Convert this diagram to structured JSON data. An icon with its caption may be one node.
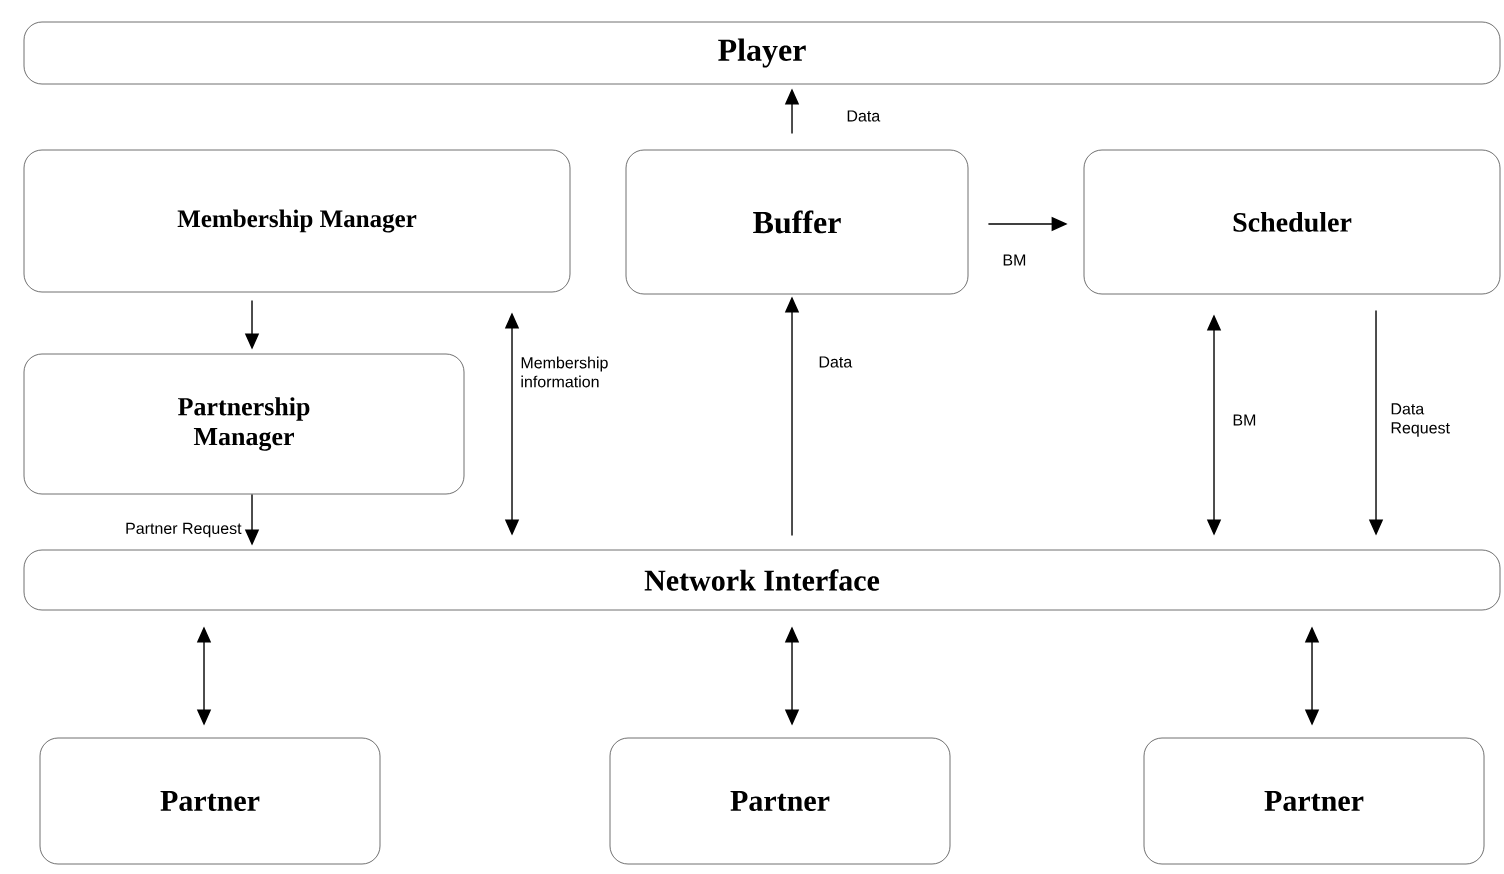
{
  "diagram": {
    "nodes": [
      {
        "text": [
          "Player"
        ]
      },
      {
        "text": [
          "Membership Manager"
        ]
      },
      {
        "text": [
          "Buffer"
        ]
      },
      {
        "text": [
          "Scheduler"
        ]
      },
      {
        "text": [
          "Partnership Manager"
        ]
      },
      {
        "text": [
          "Network Interface"
        ]
      },
      {
        "text": [
          "Partner"
        ]
      },
      {
        "text": [
          "Partner"
        ]
      },
      {
        "text": [
          "Partner"
        ]
      }
    ],
    "edges": [
      {
        "from": 2,
        "to": 0,
        "arrow": "to",
        "label": "Data"
      },
      {
        "from": 2,
        "to": 3,
        "arrow": "to",
        "label": "BM"
      },
      {
        "from": 1,
        "to": 4,
        "arrow": "to"
      },
      {
        "from": 4,
        "to": 5,
        "arrow": "to",
        "label": "Partner Request"
      },
      {
        "from": 1,
        "to": 5,
        "arrow": "both",
        "label": "Membership information"
      },
      {
        "from": 5,
        "to": 2,
        "arrow": "to",
        "label": "Data"
      },
      {
        "from": 3,
        "to": 5,
        "arrow": "both",
        "label": "BM"
      },
      {
        "from": 3,
        "to": 5,
        "arrow": "to",
        "label": "Data Request"
      },
      {
        "from": 5,
        "to": 6,
        "arrow": "both"
      },
      {
        "from": 5,
        "to": 7,
        "arrow": "both"
      },
      {
        "from": 5,
        "to": 8,
        "arrow": "both"
      }
    ]
  }
}
